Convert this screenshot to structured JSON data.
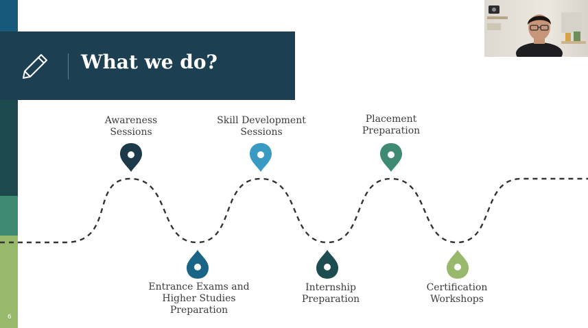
{
  "slide": {
    "title": "What we do?",
    "slide_number": "6"
  },
  "icons": {
    "header_icon": "pencil-icon",
    "marker_icon": "map-pin-icon"
  },
  "colors": {
    "header_bg": "#1c4052",
    "stripe_top": "#16597a",
    "stripe_teal": "#3f8a72",
    "stripe_green": "#98b86b",
    "path_line": "#333333"
  },
  "steps_top": [
    {
      "label": "Awareness\nSessions",
      "pin_color": "#1c3a4a"
    },
    {
      "label": "Skill Development\nSessions",
      "pin_color": "#3a9ac4"
    },
    {
      "label": "Placement\nPreparation",
      "pin_color": "#3f8a72"
    }
  ],
  "steps_bottom": [
    {
      "label": "Entrance Exams and\nHigher Studies\nPreparation",
      "pin_color": "#1a6585"
    },
    {
      "label": "Internship\nPreparation",
      "pin_color": "#1d4d50"
    },
    {
      "label": "Certification\nWorkshops",
      "pin_color": "#98b86b"
    }
  ]
}
